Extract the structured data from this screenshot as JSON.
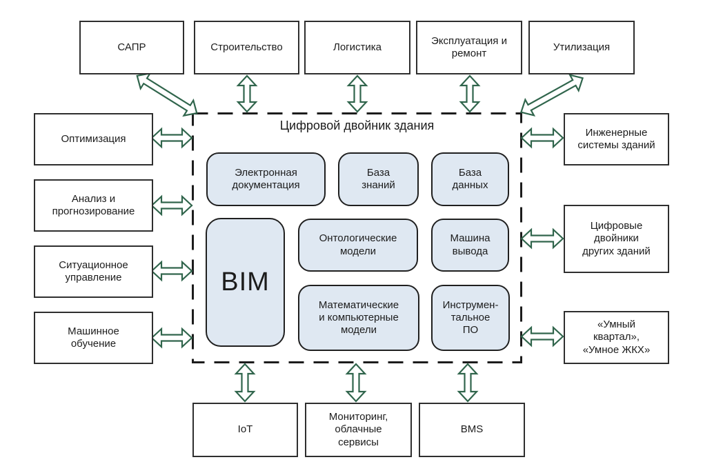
{
  "diagram": {
    "title": "Цифровой двойник здания",
    "bim": "BIM",
    "top": [
      "САПР",
      "Строительство",
      "Логистика",
      "Эксплуатация и\nремонт",
      "Утилизация"
    ],
    "left": [
      "Оптимизация",
      "Анализ и\nпрогнозирование",
      "Ситуационное\nуправление",
      "Машинное\nобучение"
    ],
    "right": [
      "Инженерные\nсистемы зданий",
      "Цифровые\nдвойники\nдругих зданий",
      "«Умный\nквартал»,\n«Умное ЖКХ»"
    ],
    "bottom": [
      "IoT",
      "Мониторинг,\nоблачные\nсервисы",
      "BMS"
    ],
    "inner": [
      "Электронная\nдокументация",
      "База\nзнаний",
      "База\nданных",
      "Онтологические\nмодели",
      "Машина\nвывода",
      "Математические\nи компьютерные\nмодели",
      "Инструмен-\nтальное\nПО"
    ]
  },
  "connectors": [
    {
      "from": "САПР",
      "to": "Цифровой двойник здания",
      "icon": "double-arrow-icon",
      "direction": "bidirectional"
    },
    {
      "from": "Строительство",
      "to": "Цифровой двойник здания",
      "icon": "double-arrow-icon",
      "direction": "bidirectional"
    },
    {
      "from": "Логистика",
      "to": "Цифровой двойник здания",
      "icon": "double-arrow-icon",
      "direction": "bidirectional"
    },
    {
      "from": "Эксплуатация и ремонт",
      "to": "Цифровой двойник здания",
      "icon": "double-arrow-icon",
      "direction": "bidirectional"
    },
    {
      "from": "Утилизация",
      "to": "Цифровой двойник здания",
      "icon": "double-arrow-icon",
      "direction": "bidirectional"
    },
    {
      "from": "Оптимизация",
      "to": "Цифровой двойник здания",
      "icon": "double-arrow-icon",
      "direction": "bidirectional"
    },
    {
      "from": "Анализ и прогнозирование",
      "to": "Цифровой двойник здания",
      "icon": "double-arrow-icon",
      "direction": "bidirectional"
    },
    {
      "from": "Ситуационное управление",
      "to": "Цифровой двойник здания",
      "icon": "double-arrow-icon",
      "direction": "bidirectional"
    },
    {
      "from": "Машинное обучение",
      "to": "Цифровой двойник здания",
      "icon": "double-arrow-icon",
      "direction": "bidirectional"
    },
    {
      "from": "Инженерные системы зданий",
      "to": "Цифровой двойник здания",
      "icon": "double-arrow-icon",
      "direction": "bidirectional"
    },
    {
      "from": "Цифровые двойники других зданий",
      "to": "Цифровой двойник здания",
      "icon": "double-arrow-icon",
      "direction": "bidirectional"
    },
    {
      "from": "«Умный квартал», «Умное ЖКХ»",
      "to": "Цифровой двойник здания",
      "icon": "double-arrow-icon",
      "direction": "bidirectional"
    },
    {
      "from": "IoT",
      "to": "Цифровой двойник здания",
      "icon": "double-arrow-icon",
      "direction": "bidirectional"
    },
    {
      "from": "Мониторинг, облачные сервисы",
      "to": "Цифровой двойник здания",
      "icon": "double-arrow-icon",
      "direction": "bidirectional"
    },
    {
      "from": "BMS",
      "to": "Цифровой двойник здания",
      "icon": "double-arrow-icon",
      "direction": "bidirectional"
    }
  ],
  "colors": {
    "arrow_stroke": "#30654c",
    "arrow_fill": "#ffffff",
    "inner_box_fill": "#dfe8f2",
    "box_border": "#2e2e2e",
    "dashed_border": "#1c1c1c",
    "background": "#ffffff",
    "text": "#1c1c1c"
  }
}
